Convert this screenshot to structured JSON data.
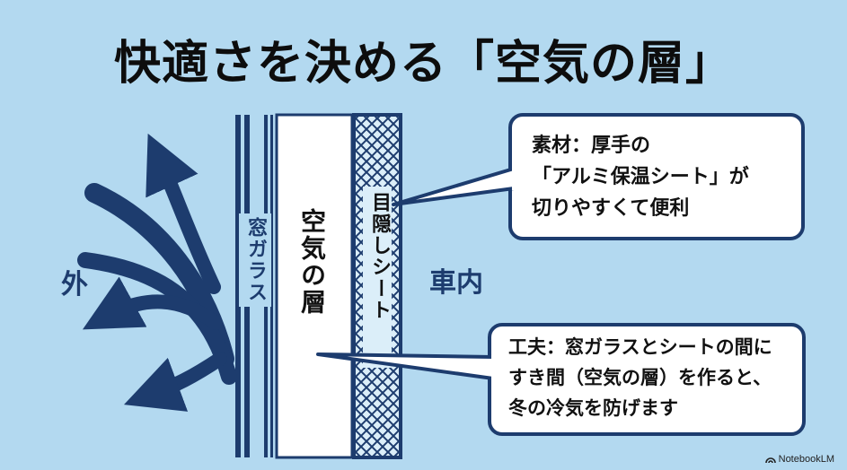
{
  "title": "快適さを決める「空気の層」",
  "labels": {
    "window_glass": "窓ガラス",
    "air_layer": "空気の層",
    "blind_sheet": "目隠しシート",
    "outside": "外",
    "inside": "車内"
  },
  "callouts": [
    {
      "lines": [
        "素材：厚手の",
        "「アルミ保温シート」が",
        "切りやすくて便利"
      ]
    },
    {
      "lines": [
        "工夫：窓ガラスとシートの間に",
        "すき間（空気の層）を作ると、",
        "冬の冷気を防げます"
      ]
    }
  ],
  "brand": "NotebookLM",
  "colors": {
    "background": "#b3d9f0",
    "navy": "#1d3c6e",
    "text": "#111111"
  }
}
